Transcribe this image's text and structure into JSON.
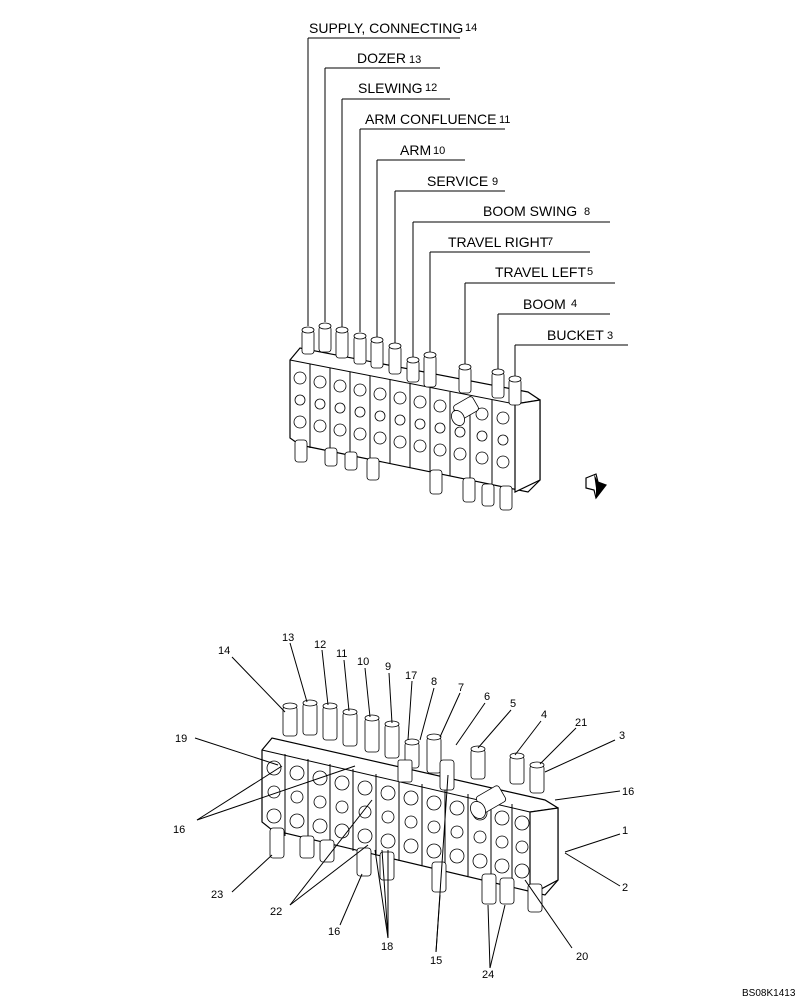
{
  "top_callouts": [
    {
      "text": "SUPPLY, CONNECTING",
      "num": "14"
    },
    {
      "text": "DOZER",
      "num": "13"
    },
    {
      "text": "SLEWING",
      "num": "12"
    },
    {
      "text": "ARM CONFLUENCE",
      "num": "11"
    },
    {
      "text": "ARM",
      "num": "10"
    },
    {
      "text": "SERVICE",
      "num": "9"
    },
    {
      "text": "BOOM SWING",
      "num": "8"
    },
    {
      "text": "TRAVEL RIGHT",
      "num": "7"
    },
    {
      "text": "TRAVEL LEFT",
      "num": "5"
    },
    {
      "text": "BOOM",
      "num": "4"
    },
    {
      "text": "BUCKET",
      "num": "3"
    }
  ],
  "bottom_callouts": [
    "14",
    "13",
    "12",
    "11",
    "10",
    "9",
    "17",
    "8",
    "7",
    "6",
    "5",
    "4",
    "21",
    "3",
    "19",
    "16",
    "16",
    "1",
    "2",
    "23",
    "22",
    "16",
    "18",
    "15",
    "24",
    "20"
  ],
  "figure_code": "BS08K1413"
}
